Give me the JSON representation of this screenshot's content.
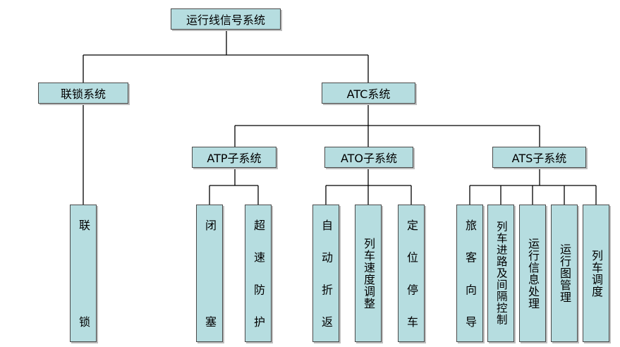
{
  "root": {
    "label": "运行线信号系统"
  },
  "level1": {
    "interlock": {
      "label": "联锁系统"
    },
    "atc": {
      "label": "ATC系统"
    }
  },
  "level2": {
    "atp": {
      "label": "ATP子系统"
    },
    "ato": {
      "label": "ATO子系统"
    },
    "ats": {
      "label": "ATS子系统"
    }
  },
  "leaves": {
    "interlock": {
      "label": "联锁"
    },
    "atp_block": {
      "label": "闭塞"
    },
    "atp_overspeed": {
      "label": "超速防护"
    },
    "ato_return": {
      "label": "自动折返"
    },
    "ato_speed": {
      "label": "列车速度调整"
    },
    "ato_stop": {
      "label": "定位停车"
    },
    "ats_guide": {
      "label": "旅客向导"
    },
    "ats_route": {
      "label": "列车进路及间隔控制"
    },
    "ats_info": {
      "label": "运行信息处理"
    },
    "ats_chart": {
      "label": "运行图管理"
    },
    "ats_dispatch": {
      "label": "列车调度"
    }
  }
}
